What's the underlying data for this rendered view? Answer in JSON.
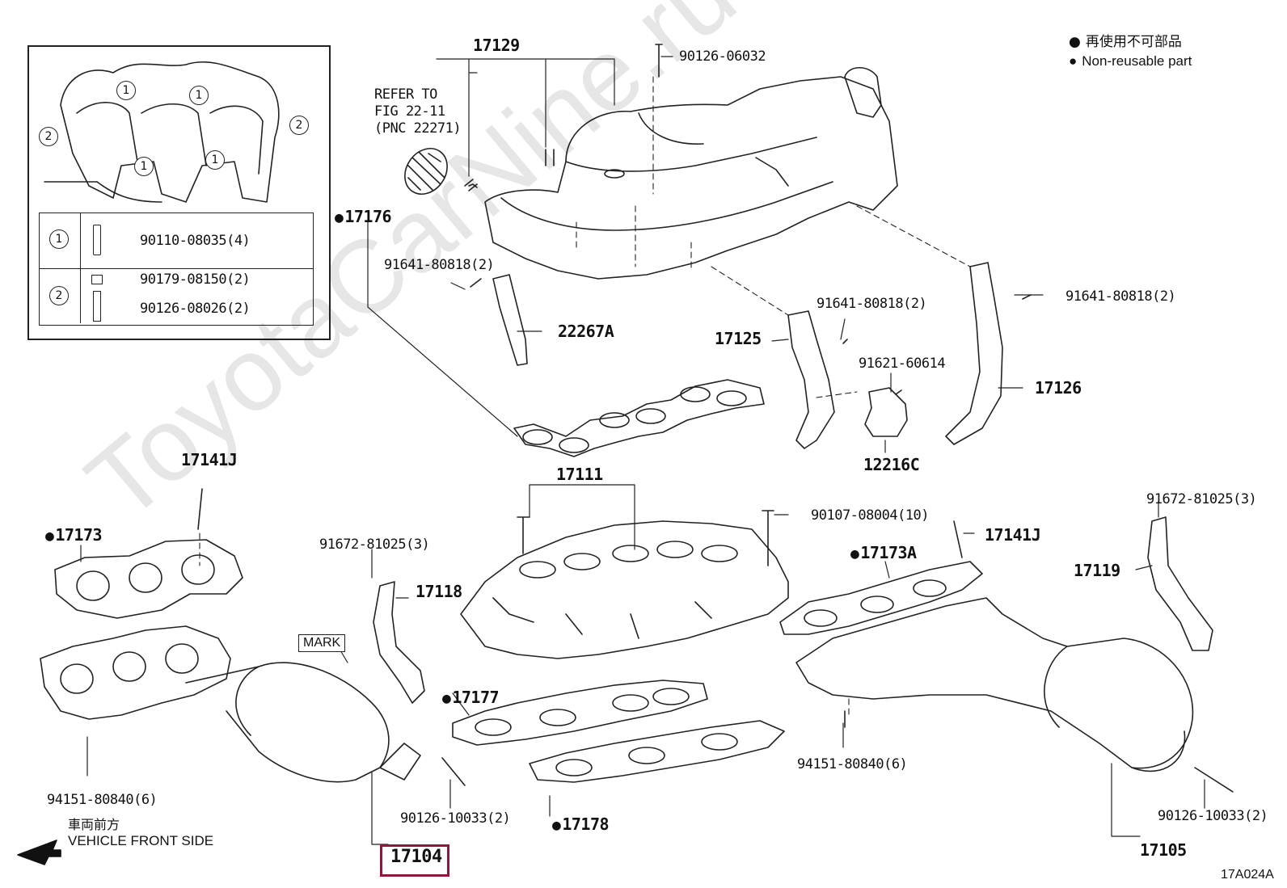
{
  "watermark": "ToyotaCarNine.ru",
  "legend": {
    "line1": "再使用不可部品",
    "line2": "Non-reusable part"
  },
  "figure_id": "17A024A",
  "front_side": {
    "line1": "車両前方",
    "line2": "VEHICLE FRONT SIDE"
  },
  "refer_note": {
    "line1": "REFER TO",
    "line2": "FIG 22-11",
    "line3": "(PNC 22271)"
  },
  "mark_label": "MARK",
  "inset": {
    "callouts": [
      "1",
      "2"
    ],
    "rows": [
      {
        "num": "1",
        "parts": [
          "90110-08035(4)"
        ]
      },
      {
        "num": "2",
        "parts": [
          "90179-08150(2)",
          "90126-08026(2)"
        ]
      }
    ]
  },
  "parts": {
    "p17129": "17129",
    "p90126_06032": "90126-06032",
    "p17176": "17176",
    "p91641_a": "91641-80818(2)",
    "p22267A": "22267A",
    "p91641_b": "91641-80818(2)",
    "p91641_c": "91641-80818(2)",
    "p17125": "17125",
    "p91621": "91621-60614",
    "p17126": "17126",
    "p12216C": "12216C",
    "p17141J_a": "17141J",
    "p17111": "17111",
    "p91672_a": "91672-81025(3)",
    "p17173": "17173",
    "p91672_b": "91672-81025(3)",
    "p90107": "90107-08004(10)",
    "p17141J_b": "17141J",
    "p17118": "17118",
    "p17173A": "17173A",
    "p17119": "17119",
    "p17177": "17177",
    "p94151_a": "94151-80840(6)",
    "p94151_b": "94151-80840(6)",
    "p90126_a": "90126-10033(2)",
    "p90126_b": "90126-10033(2)",
    "p17178": "17178",
    "p17104": "17104",
    "p17105": "17105"
  }
}
